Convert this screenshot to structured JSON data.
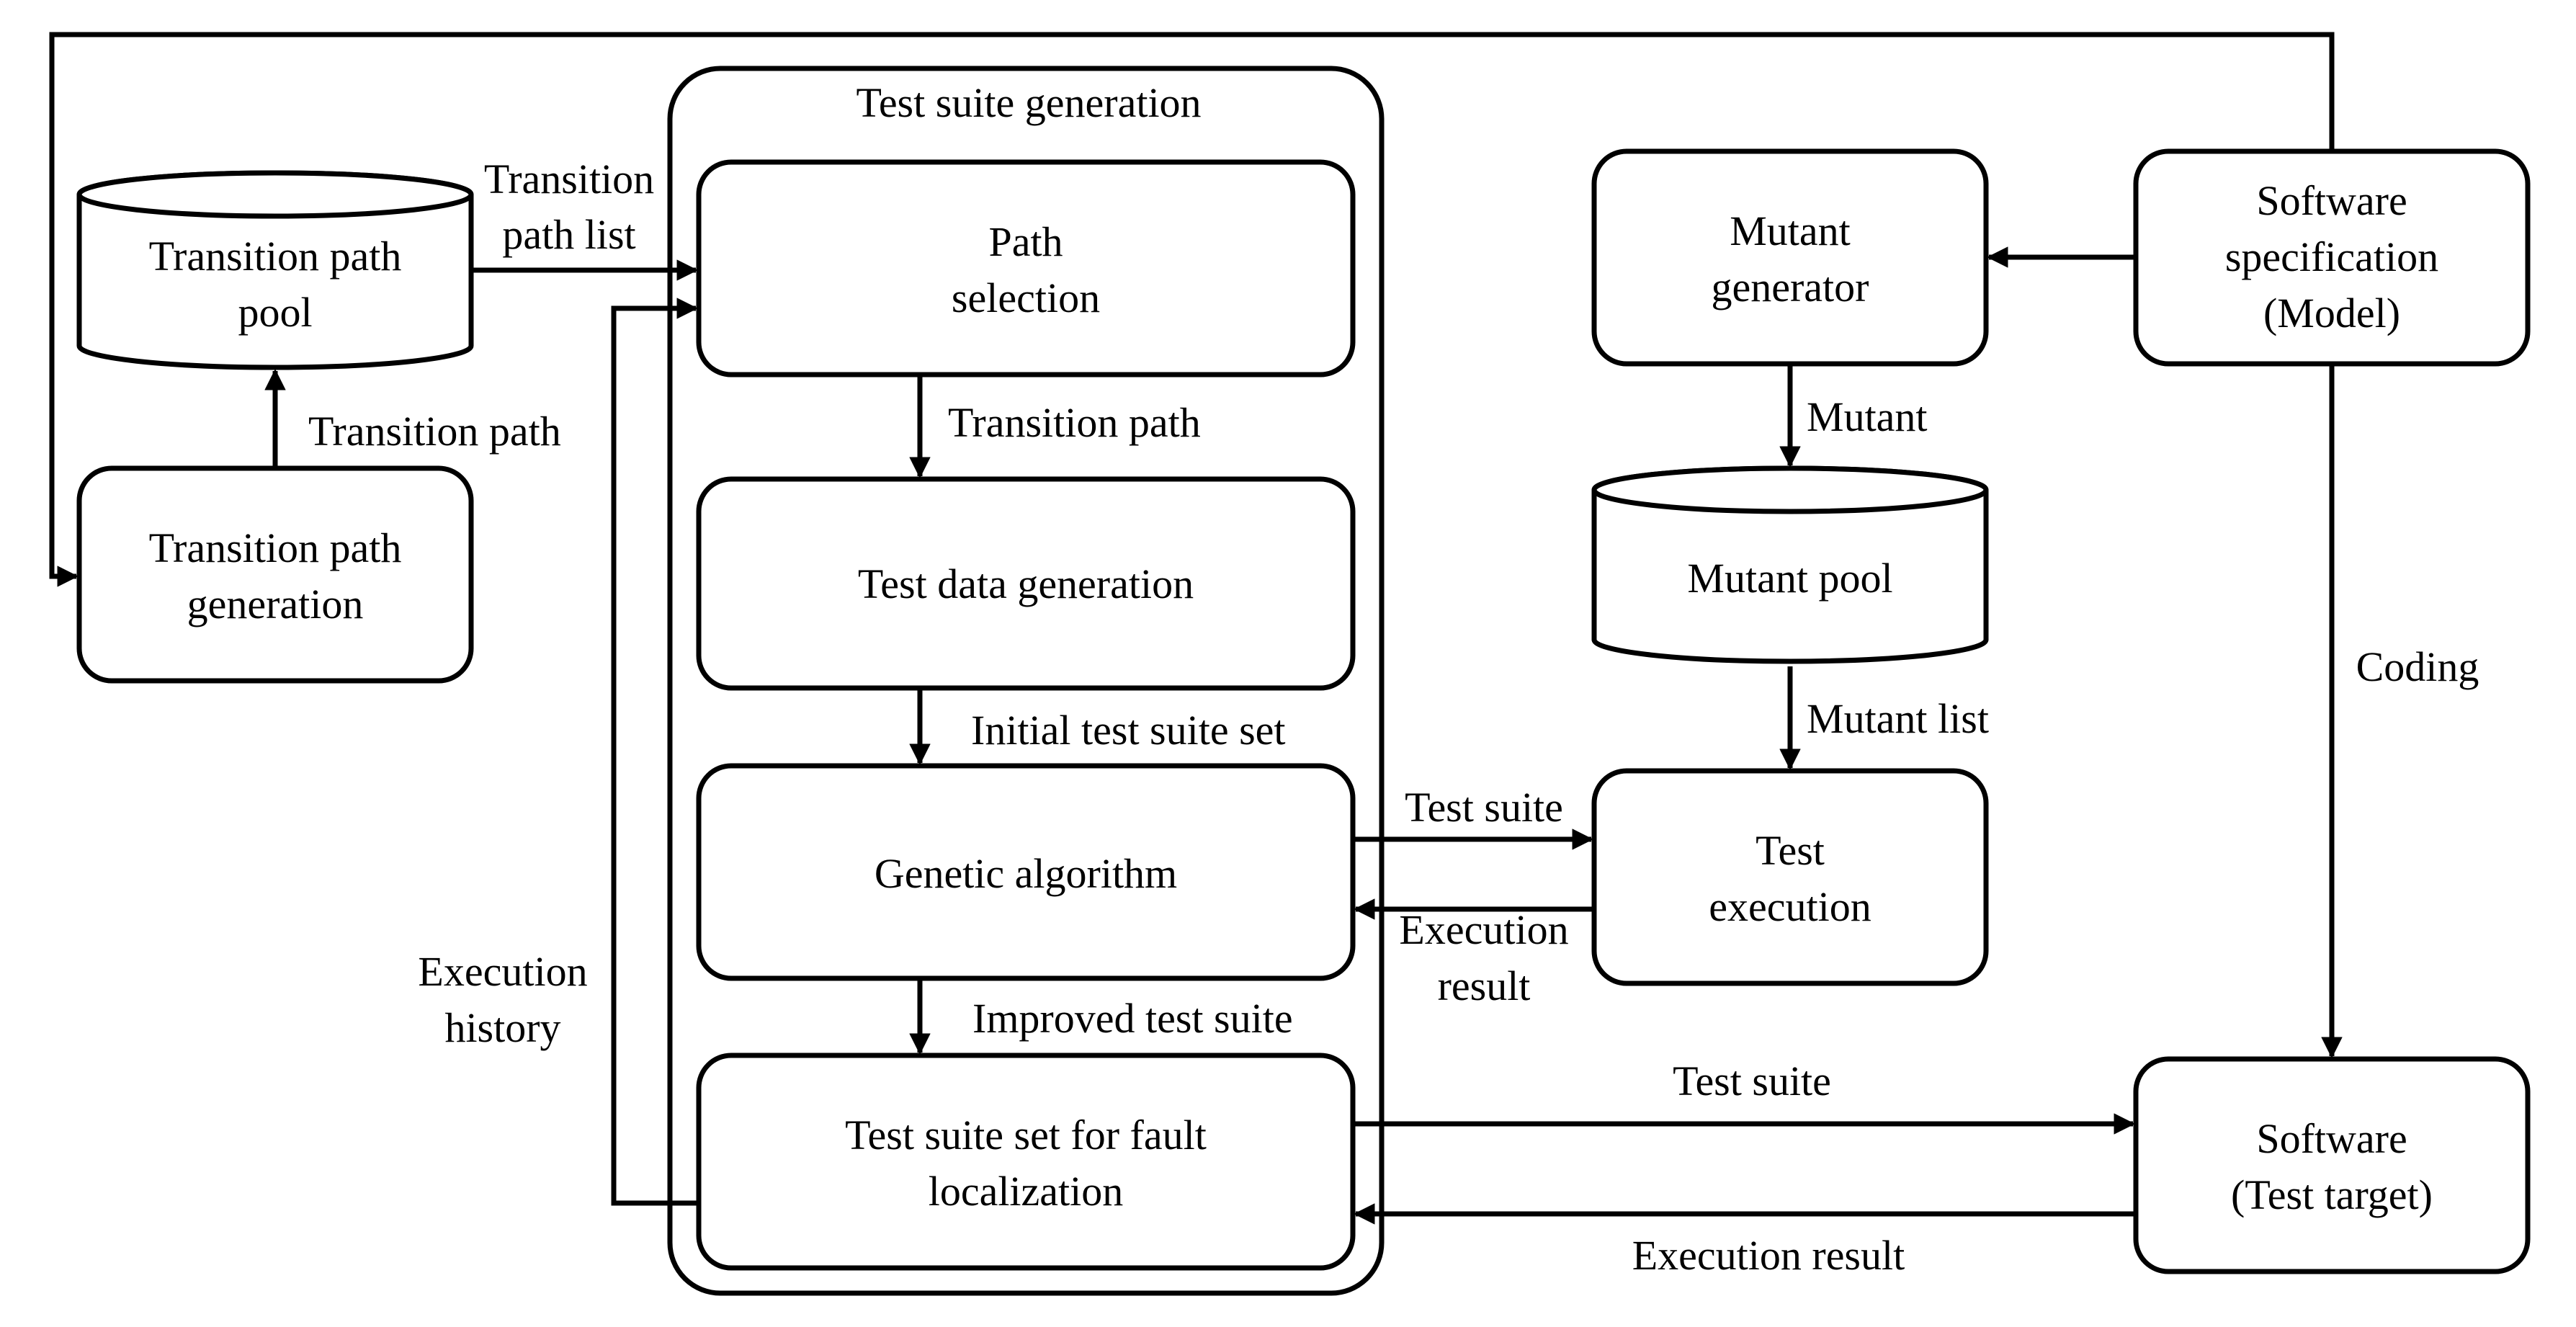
{
  "diagram": {
    "group_title": "Test suite generation",
    "nodes": {
      "transition_path_pool": [
        "Transition path",
        "pool"
      ],
      "transition_path_generation": [
        "Transition path",
        "generation"
      ],
      "path_selection": [
        "Path",
        "selection"
      ],
      "test_data_generation": [
        "Test data generation"
      ],
      "genetic_algorithm": [
        "Genetic algorithm"
      ],
      "test_suite_set_for_fault_localization": [
        "Test suite set for fault",
        "localization"
      ],
      "mutant_generator": [
        "Mutant",
        "generator"
      ],
      "mutant_pool": [
        "Mutant pool"
      ],
      "test_execution": [
        "Test",
        "execution"
      ],
      "software_specification": [
        "Software",
        "specification",
        "(Model)"
      ],
      "software_test_target": [
        "Software",
        "(Test target)"
      ]
    },
    "edge_labels": {
      "transition_path_list": [
        "Transition",
        "path list"
      ],
      "transition_path_up": "Transition path",
      "transition_path_down": "Transition path",
      "initial_test_suite_set": "Initial test suite set",
      "improved_test_suite": "Improved test suite",
      "execution_history": [
        "Execution",
        "history"
      ],
      "mutant": "Mutant",
      "mutant_list": "Mutant list",
      "test_suite_to_execution": "Test suite",
      "execution_result_from_execution": [
        "Execution",
        "result"
      ],
      "coding": "Coding",
      "test_suite_to_software": "Test suite",
      "execution_result_from_software": "Execution result"
    }
  }
}
